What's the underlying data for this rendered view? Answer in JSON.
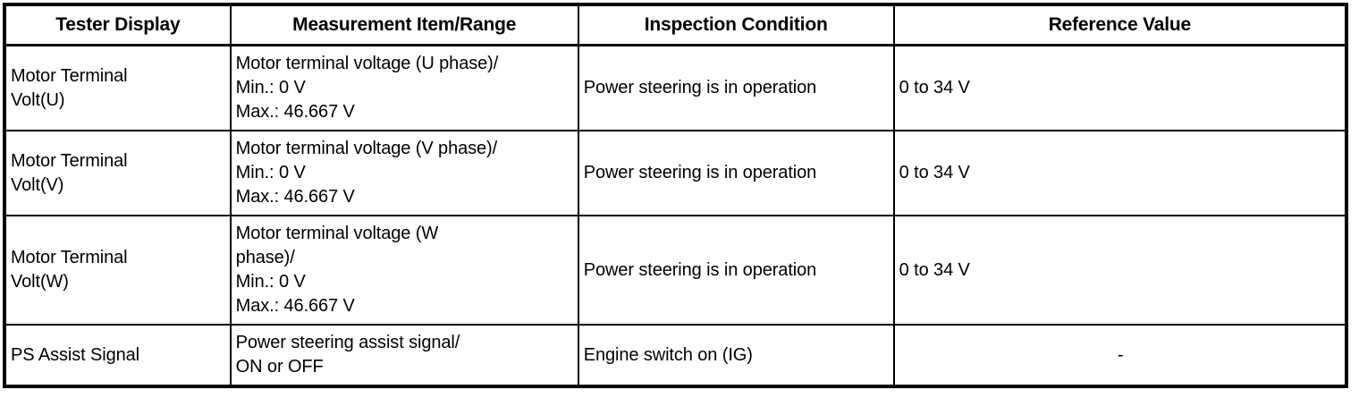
{
  "table": {
    "headers": [
      {
        "label": "Tester Display",
        "name": "col-tester-display"
      },
      {
        "label": "Measurement Item/Range",
        "name": "col-measurement-item-range"
      },
      {
        "label": "Inspection Condition",
        "name": "col-inspection-condition"
      },
      {
        "label": "Reference Value",
        "name": "col-reference-value"
      }
    ],
    "rows": [
      {
        "tester_display": [
          "Motor Terminal",
          "Volt(U)"
        ],
        "measurement_item": [
          "Motor terminal voltage (U phase)/",
          "Min.: 0 V",
          "Max.: 46.667 V"
        ],
        "inspection_condition": [
          "Power steering is in operation"
        ],
        "reference_value": [
          "0 to 34 V"
        ],
        "reference_align": "left"
      },
      {
        "tester_display": [
          "Motor Terminal",
          "Volt(V)"
        ],
        "measurement_item": [
          "Motor terminal voltage (V phase)/",
          "Min.: 0 V",
          "Max.: 46.667 V"
        ],
        "inspection_condition": [
          "Power steering is in operation"
        ],
        "reference_value": [
          "0 to 34 V"
        ],
        "reference_align": "left"
      },
      {
        "tester_display": [
          "Motor Terminal",
          "Volt(W)"
        ],
        "measurement_item": [
          "Motor terminal voltage (W",
          "phase)/",
          "Min.: 0 V",
          "Max.: 46.667 V"
        ],
        "inspection_condition": [
          "Power steering is in operation"
        ],
        "reference_value": [
          "0 to 34 V"
        ],
        "reference_align": "left"
      },
      {
        "tester_display": [
          "PS Assist Signal"
        ],
        "measurement_item": [
          "Power steering assist signal/",
          "ON or OFF"
        ],
        "inspection_condition": [
          "Engine switch on (IG)"
        ],
        "reference_value": [
          "-"
        ],
        "reference_align": "center"
      }
    ]
  },
  "colors": {
    "border": "#000000",
    "text": "#000000",
    "background": "#ffffff"
  }
}
